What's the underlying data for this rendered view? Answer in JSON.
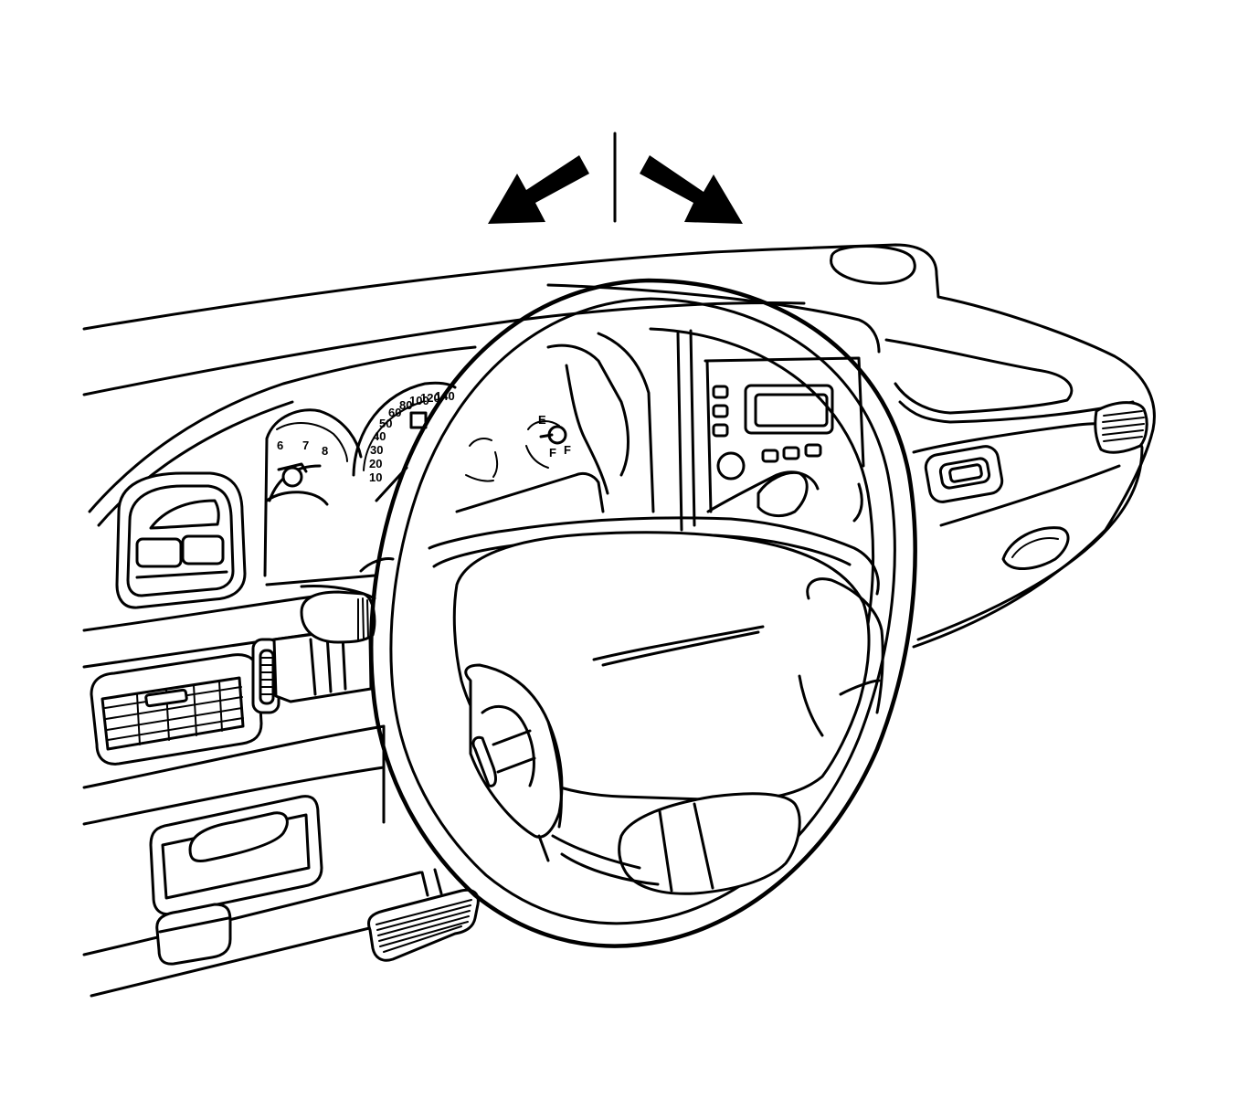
{
  "figure": {
    "tachometer_labels": [
      "6",
      "7",
      "8"
    ],
    "speedometer_labels": [
      "10",
      "20",
      "30",
      "40",
      "50",
      "60",
      "80",
      "100",
      "120",
      "140"
    ],
    "fuel_labels": [
      "E",
      "F"
    ],
    "line_color": "#000000",
    "background_color": "#ffffff",
    "arrow_left_icon": "arrow-down-left-icon",
    "arrow_right_icon": "arrow-down-right-icon"
  }
}
